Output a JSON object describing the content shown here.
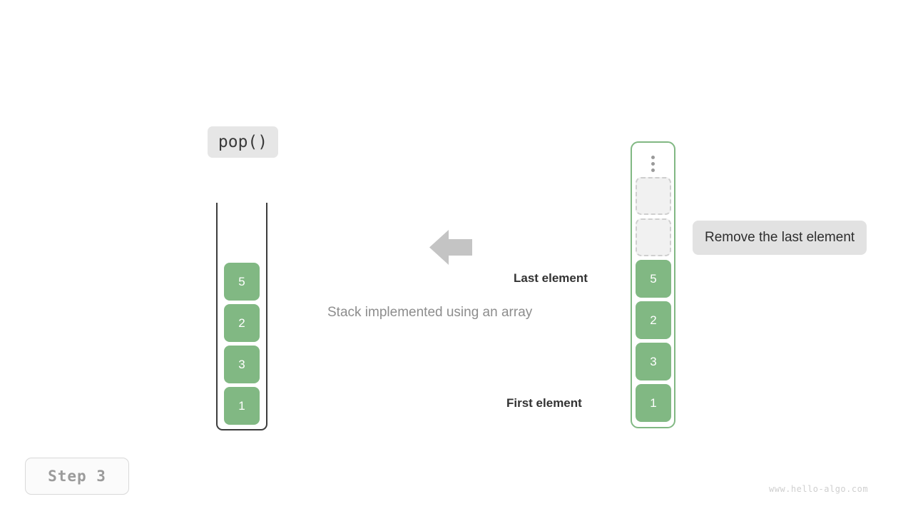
{
  "operation": {
    "label": "pop()"
  },
  "vessel": {
    "name": "stack-vessel",
    "blocks": [
      {
        "value": "5"
      },
      {
        "value": "2"
      },
      {
        "value": "3"
      },
      {
        "value": "1"
      }
    ]
  },
  "array": {
    "name": "array-container",
    "ellipsis_icon": "vertical-ellipsis-icon",
    "slots": [
      {
        "value": "",
        "state": "empty"
      },
      {
        "value": "",
        "state": "empty"
      },
      {
        "value": "5",
        "state": "filled"
      },
      {
        "value": "2",
        "state": "filled"
      },
      {
        "value": "3",
        "state": "filled"
      },
      {
        "value": "1",
        "state": "filled"
      }
    ]
  },
  "arrow": {
    "icon": "arrow-left-icon",
    "direction": "left",
    "color": "#c4c4c4"
  },
  "captions": {
    "main": "Stack implemented using an array",
    "last_element": "Last element",
    "first_element": "First element"
  },
  "note": {
    "label": "Remove the last element"
  },
  "step": {
    "label": "Step 3"
  },
  "watermark": {
    "text": "www.hello-algo.com"
  },
  "colors": {
    "block_green": "#81b883",
    "empty_slot_fill": "#f1f1f1",
    "empty_slot_border": "#cfcfcf",
    "vessel_stroke": "#3c3c3c",
    "chip_gray": "#e6e6e6",
    "note_gray": "#e2e2e2",
    "caption_gray": "#8d8d8d",
    "arrow_gray": "#c4c4c4"
  }
}
